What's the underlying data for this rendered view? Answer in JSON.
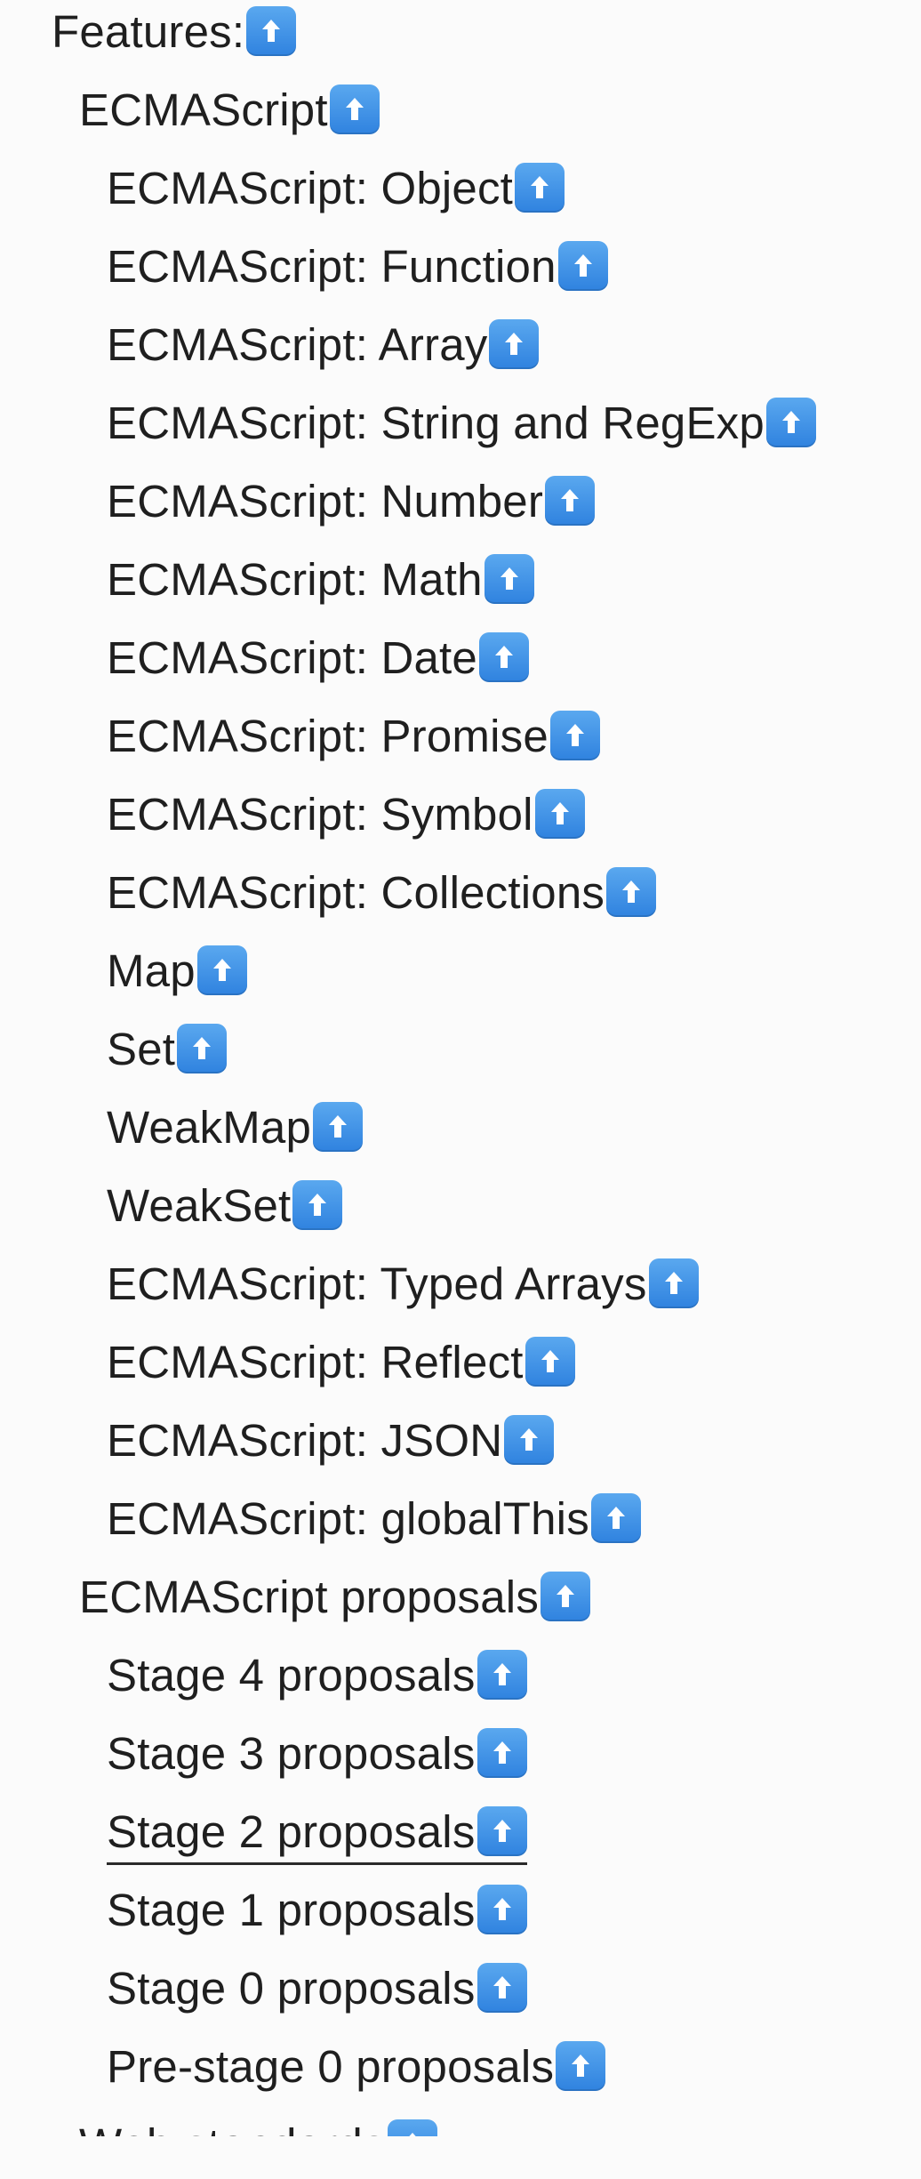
{
  "toc": {
    "items": [
      {
        "label": "Features:",
        "level": 0,
        "underlined": false,
        "icon": "up-arrow-icon"
      },
      {
        "label": "ECMAScript",
        "level": 1,
        "underlined": false,
        "icon": "up-arrow-icon"
      },
      {
        "label": "ECMAScript: Object",
        "level": 2,
        "underlined": false,
        "icon": "up-arrow-icon"
      },
      {
        "label": "ECMAScript: Function",
        "level": 2,
        "underlined": false,
        "icon": "up-arrow-icon"
      },
      {
        "label": "ECMAScript: Array",
        "level": 2,
        "underlined": false,
        "icon": "up-arrow-icon"
      },
      {
        "label": "ECMAScript: String and RegExp",
        "level": 2,
        "underlined": false,
        "icon": "up-arrow-icon"
      },
      {
        "label": "ECMAScript: Number",
        "level": 2,
        "underlined": false,
        "icon": "up-arrow-icon"
      },
      {
        "label": "ECMAScript: Math",
        "level": 2,
        "underlined": false,
        "icon": "up-arrow-icon"
      },
      {
        "label": "ECMAScript: Date",
        "level": 2,
        "underlined": false,
        "icon": "up-arrow-icon"
      },
      {
        "label": "ECMAScript: Promise",
        "level": 2,
        "underlined": false,
        "icon": "up-arrow-icon"
      },
      {
        "label": "ECMAScript: Symbol",
        "level": 2,
        "underlined": false,
        "icon": "up-arrow-icon"
      },
      {
        "label": "ECMAScript: Collections",
        "level": 2,
        "underlined": false,
        "icon": "up-arrow-icon"
      },
      {
        "label": "Map",
        "level": 2,
        "underlined": false,
        "icon": "up-arrow-icon"
      },
      {
        "label": "Set",
        "level": 2,
        "underlined": false,
        "icon": "up-arrow-icon"
      },
      {
        "label": "WeakMap",
        "level": 2,
        "underlined": false,
        "icon": "up-arrow-icon"
      },
      {
        "label": "WeakSet",
        "level": 2,
        "underlined": false,
        "icon": "up-arrow-icon"
      },
      {
        "label": "ECMAScript: Typed Arrays",
        "level": 2,
        "underlined": false,
        "icon": "up-arrow-icon"
      },
      {
        "label": "ECMAScript: Reflect",
        "level": 2,
        "underlined": false,
        "icon": "up-arrow-icon"
      },
      {
        "label": "ECMAScript: JSON",
        "level": 2,
        "underlined": false,
        "icon": "up-arrow-icon"
      },
      {
        "label": "ECMAScript: globalThis",
        "level": 2,
        "underlined": false,
        "icon": "up-arrow-icon"
      },
      {
        "label": "ECMAScript proposals",
        "level": 1,
        "underlined": false,
        "icon": "up-arrow-icon"
      },
      {
        "label": "Stage 4 proposals",
        "level": 2,
        "underlined": false,
        "icon": "up-arrow-icon"
      },
      {
        "label": "Stage 3 proposals",
        "level": 2,
        "underlined": false,
        "icon": "up-arrow-icon"
      },
      {
        "label": "Stage 2 proposals",
        "level": 2,
        "underlined": true,
        "icon": "up-arrow-icon"
      },
      {
        "label": "Stage 1 proposals",
        "level": 2,
        "underlined": false,
        "icon": "up-arrow-icon"
      },
      {
        "label": "Stage 0 proposals",
        "level": 2,
        "underlined": false,
        "icon": "up-arrow-icon"
      },
      {
        "label": "Pre-stage 0 proposals",
        "level": 2,
        "underlined": false,
        "icon": "up-arrow-icon"
      },
      {
        "label": "Web standards",
        "level": 1,
        "underlined": false,
        "icon": "up-arrow-icon"
      }
    ]
  },
  "colors": {
    "background": "#fbfbfb",
    "text": "#1f1f1f",
    "icon": "#3b8fe6"
  }
}
